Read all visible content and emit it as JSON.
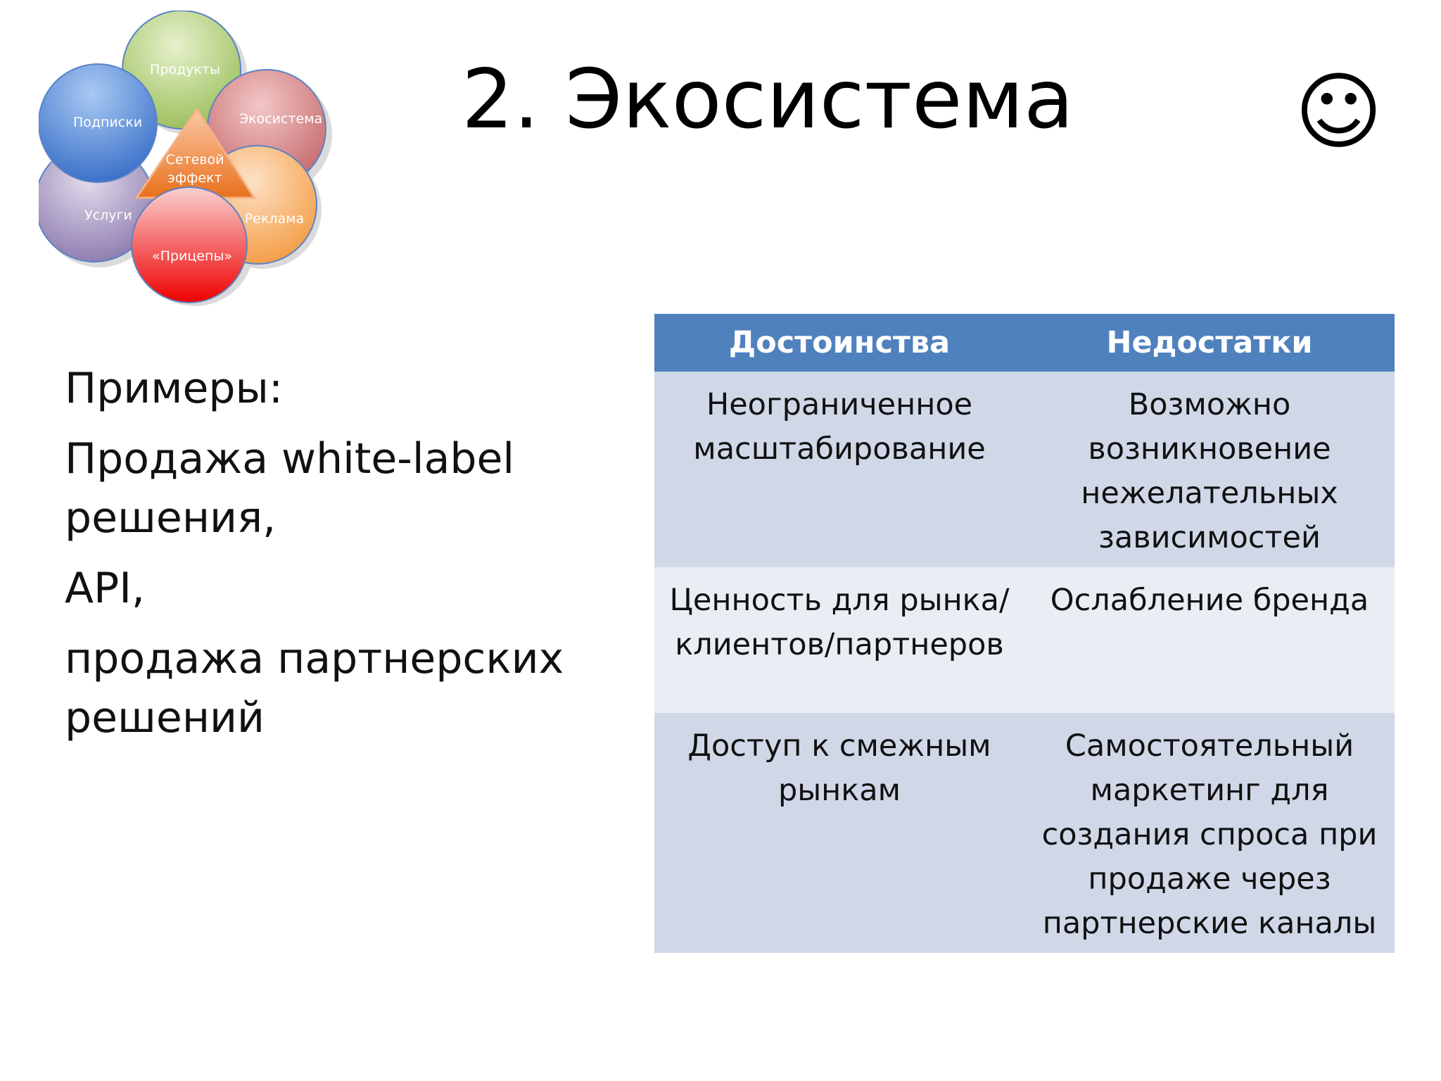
{
  "slide": {
    "title": "2. Экосистема",
    "smiley": "☺"
  },
  "diagram": {
    "circles": {
      "products": "Продукты",
      "subscriptions": "Подписки",
      "ecosystem": "Экосистема",
      "services": "Услуги",
      "advertising": "Реклама",
      "trailers": "«Прицепы»"
    },
    "center_line1": "Сетевой",
    "center_line2": "эффект"
  },
  "examples": {
    "heading": "Примеры:",
    "item1": "Продажа white-label решения,",
    "item2": "API,",
    "item3": "продажа партнерских решений"
  },
  "table": {
    "headers": [
      "Достоинства",
      "Недостатки"
    ],
    "rows": [
      [
        "Неограниченное масштабирование",
        "Возможно возникновение нежелательных зависимостей"
      ],
      [
        "Ценность для рынка/клиентов/партнеров",
        "Ослабление бренда"
      ],
      [
        "Доступ к смежным рынкам",
        "Самостоятельный маркетинг для создания спроса при продаже через партнерские каналы"
      ]
    ]
  }
}
